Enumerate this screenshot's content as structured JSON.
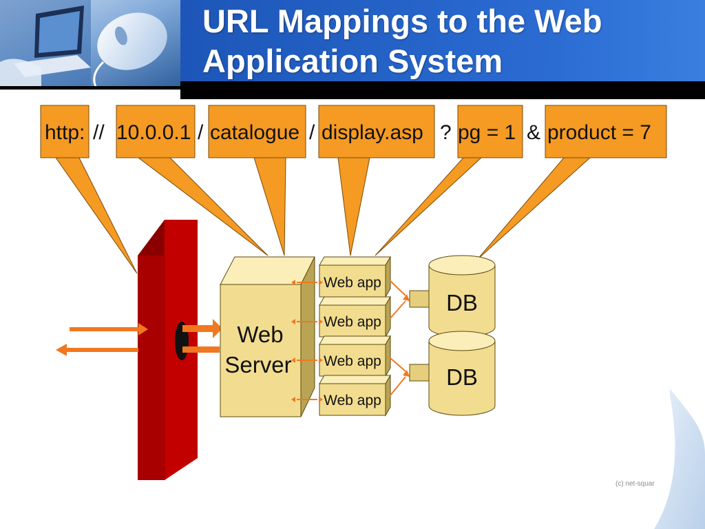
{
  "slide": {
    "title": "URL Mappings to the Web\nApplication System",
    "accent_color": "#2a6bd2"
  },
  "url_parts": {
    "protocol": "http:",
    "sep1": "//",
    "host": "10.0.0.1",
    "sep2": "/",
    "path": "catalogue",
    "sep3": "/",
    "resource": "display.asp",
    "query_sep": "?",
    "param1": "pg = 1",
    "amp": "&",
    "param2": "product = 7"
  },
  "components": {
    "web_server": [
      "Web",
      "Server"
    ],
    "web_apps": [
      "Web app",
      "Web app",
      "Web app",
      "Web app"
    ],
    "databases": [
      "DB",
      "DB"
    ]
  },
  "colors": {
    "callout": "#f59a23",
    "callout_border": "#7a4a0a",
    "firewall": "#b30000",
    "server": "#f2dc8f",
    "arrow": "#f07820"
  },
  "footer": {
    "copyright": "(c) net-squar"
  }
}
